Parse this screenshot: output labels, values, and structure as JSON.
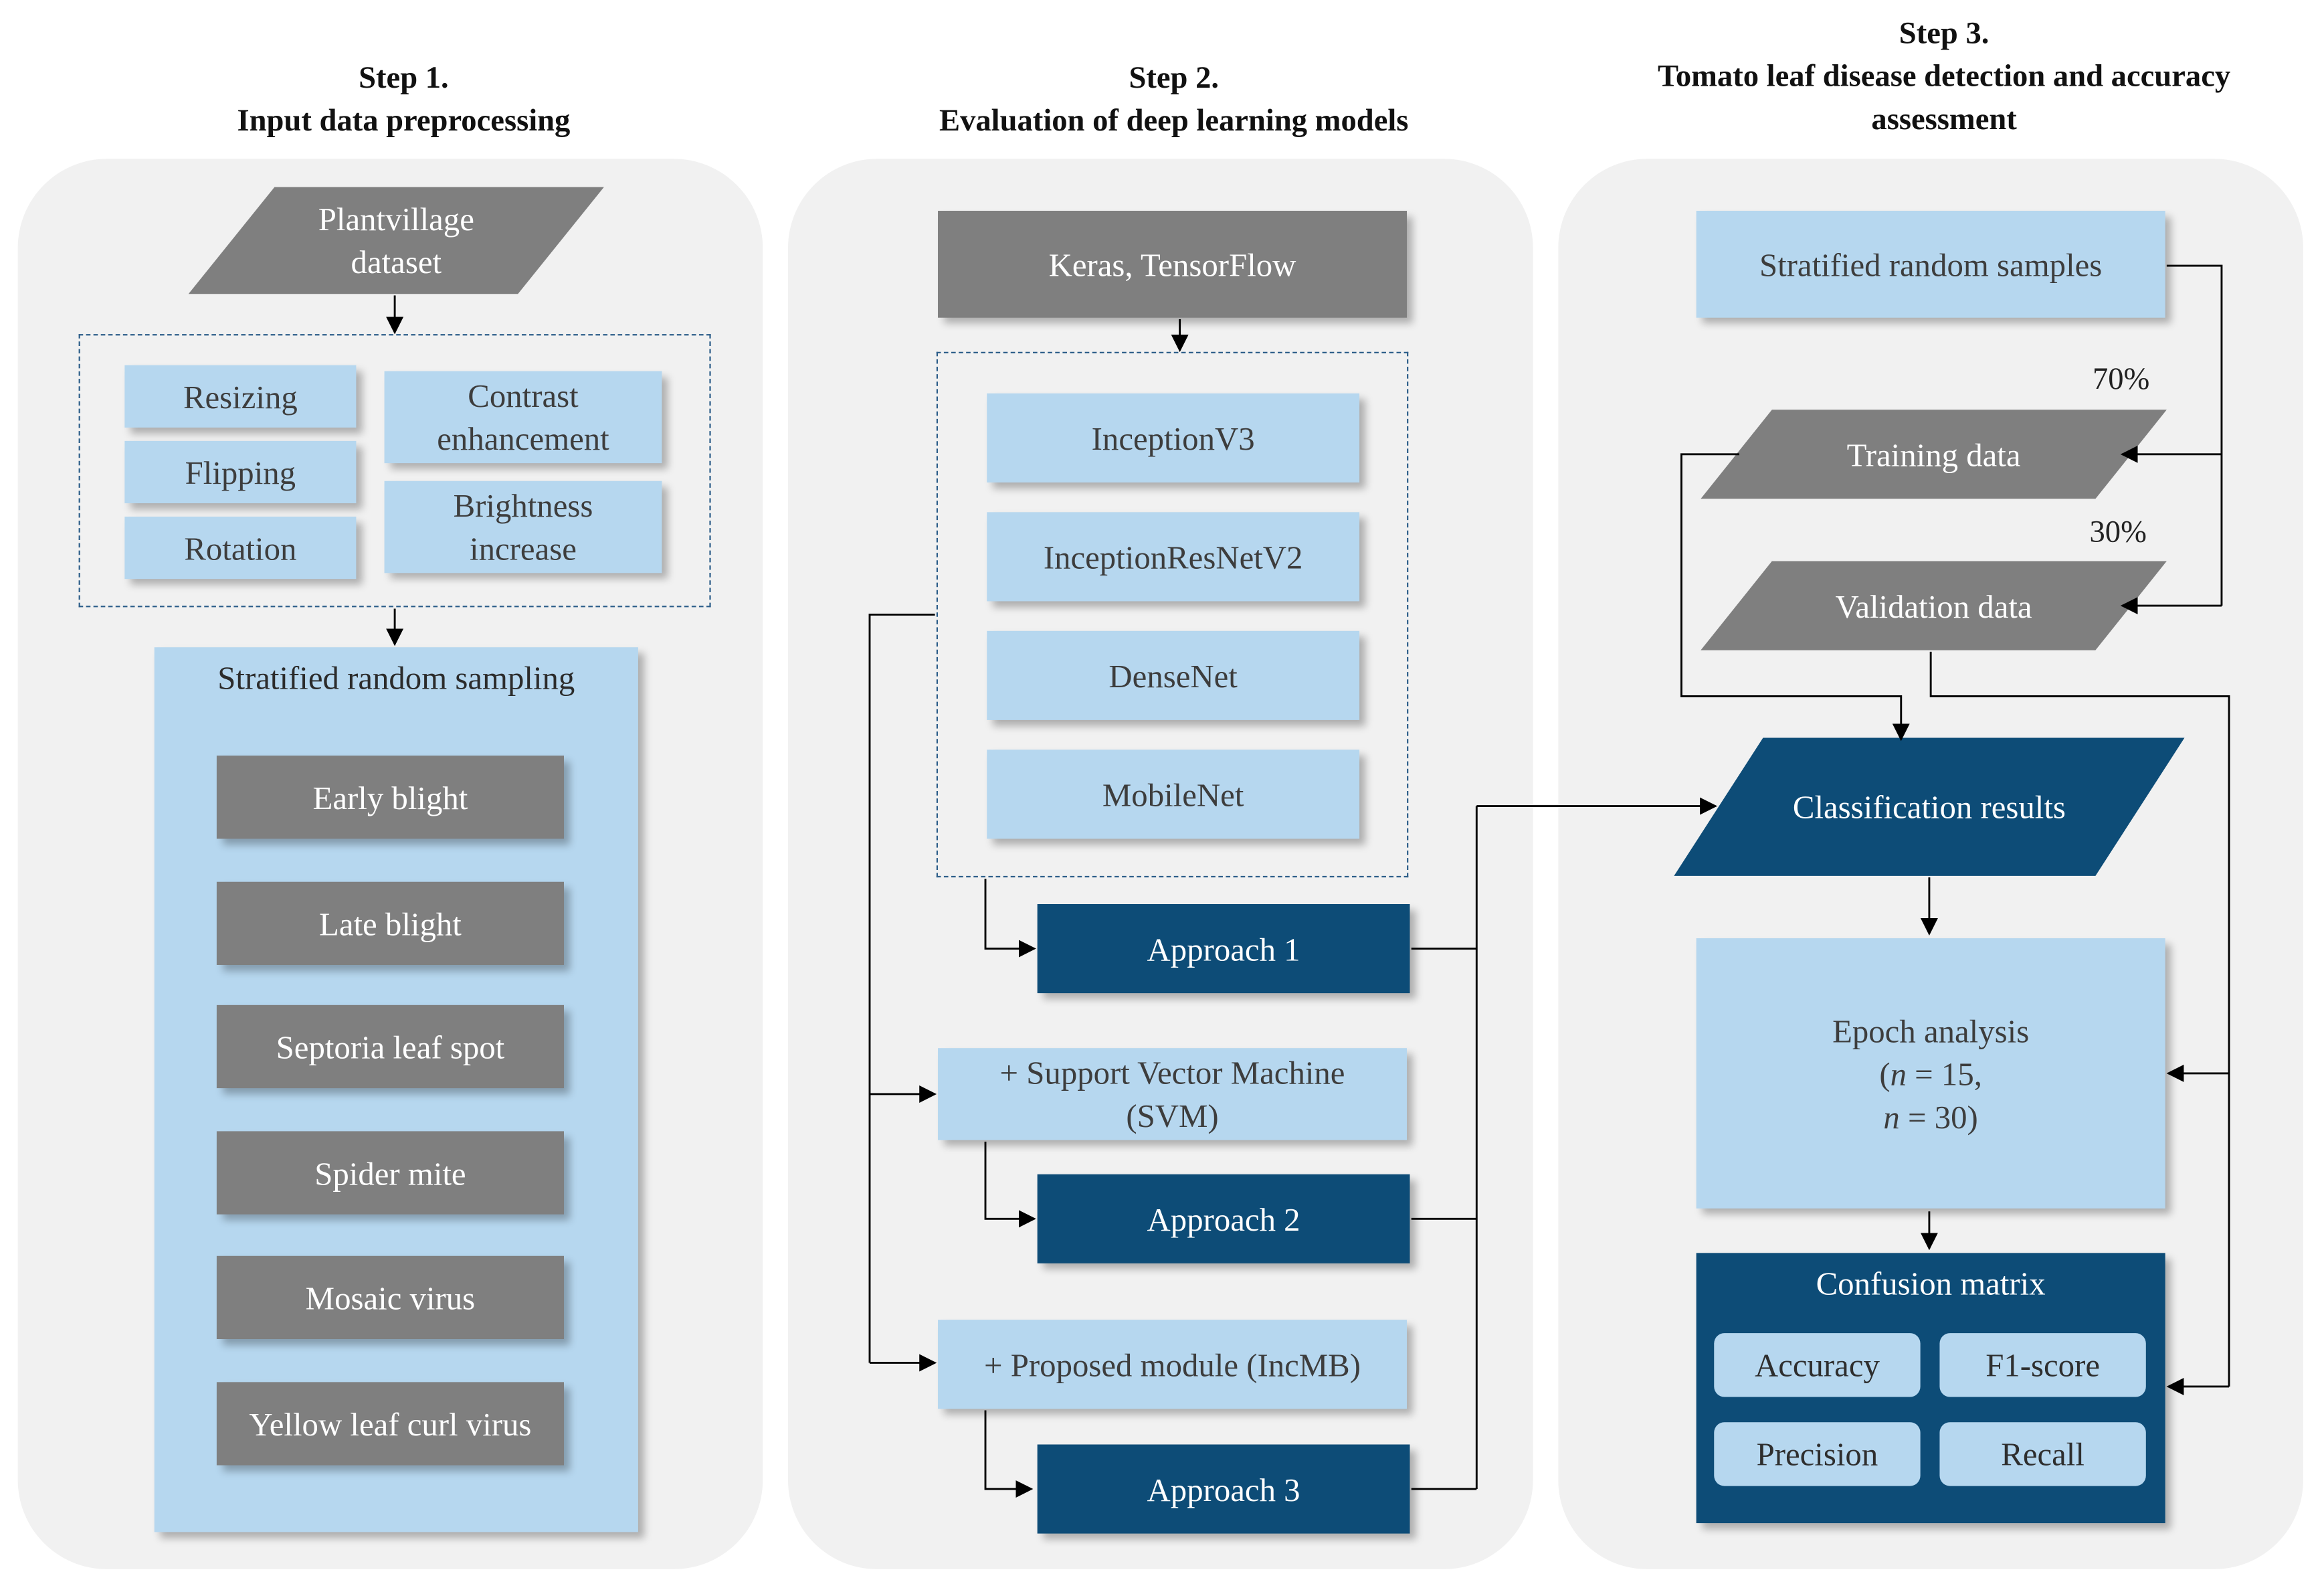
{
  "steps": [
    {
      "line1": "Step 1.",
      "line2": "Input data preprocessing",
      "line3": ""
    },
    {
      "line1": "Step 2.",
      "line2": "Evaluation of deep learning models",
      "line3": ""
    },
    {
      "line1": "Step 3.",
      "line2": "Tomato leaf disease detection and accuracy",
      "line3": "assessment"
    }
  ],
  "step1": {
    "dataset_line1": "Plantvillage",
    "dataset_line2": "dataset",
    "augmentations": {
      "resizing": "Resizing",
      "flipping": "Flipping",
      "rotation": "Rotation",
      "contrast_line1": "Contrast",
      "contrast_line2": "enhancement",
      "brightness_line1": "Brightness",
      "brightness_line2": "increase"
    },
    "sampling_title": "Stratified random sampling",
    "classes": [
      "Early blight",
      "Late blight",
      "Septoria leaf spot",
      "Spider mite",
      "Mosaic virus",
      "Yellow leaf curl virus"
    ]
  },
  "step2": {
    "framework": "Keras, TensorFlow",
    "models": [
      "InceptionV3",
      "InceptionResNetV2",
      "DenseNet",
      "MobileNet"
    ],
    "svm_line1": "+ Support Vector Machine",
    "svm_line2": "(SVM)",
    "proposed": "+ Proposed module (IncMB)",
    "approaches": [
      "Approach 1",
      "Approach 2",
      "Approach 3"
    ]
  },
  "step3": {
    "samples": "Stratified random samples",
    "training_pct": "70%",
    "training": "Training data",
    "validation_pct": "30%",
    "validation": "Validation data",
    "classification": "Classification results",
    "epoch_title": "Epoch analysis",
    "epoch_n1": "= 15,",
    "epoch_n2": "= 30)",
    "epoch_n_symbol": "n",
    "confusion_title": "Confusion matrix",
    "metrics": [
      "Accuracy",
      "F1-score",
      "Precision",
      "Recall"
    ]
  },
  "colors": {
    "panel": "#f1f1f1",
    "light_blue": "#b6d7ef",
    "gray": "#7f7f7f",
    "navy": "#0d4c77",
    "dashed_border": "#2e5f8a"
  }
}
